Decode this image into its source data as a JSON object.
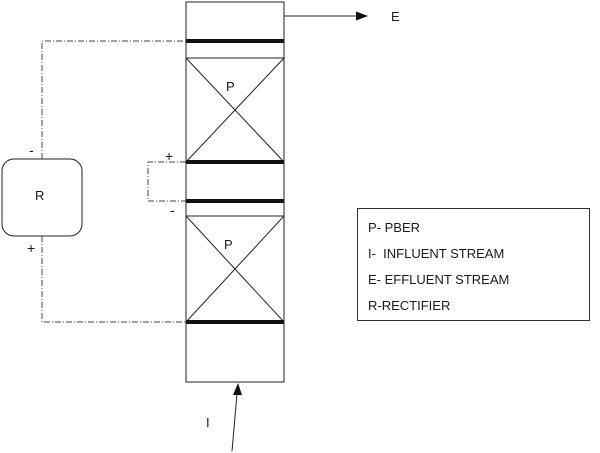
{
  "labels": {
    "effluent": "E",
    "influent": "I",
    "rectifier": "R",
    "bed_upper": "P",
    "bed_lower": "P"
  },
  "signs": {
    "rectifier_negative": "-",
    "rectifier_positive": "+",
    "bridge_positive": "+",
    "bridge_negative": "-"
  },
  "legend": {
    "items": [
      "P- PBER",
      "I-  INFLUENT STREAM",
      "E- EFFLUENT STREAM",
      "R-RECTIFIER"
    ]
  }
}
